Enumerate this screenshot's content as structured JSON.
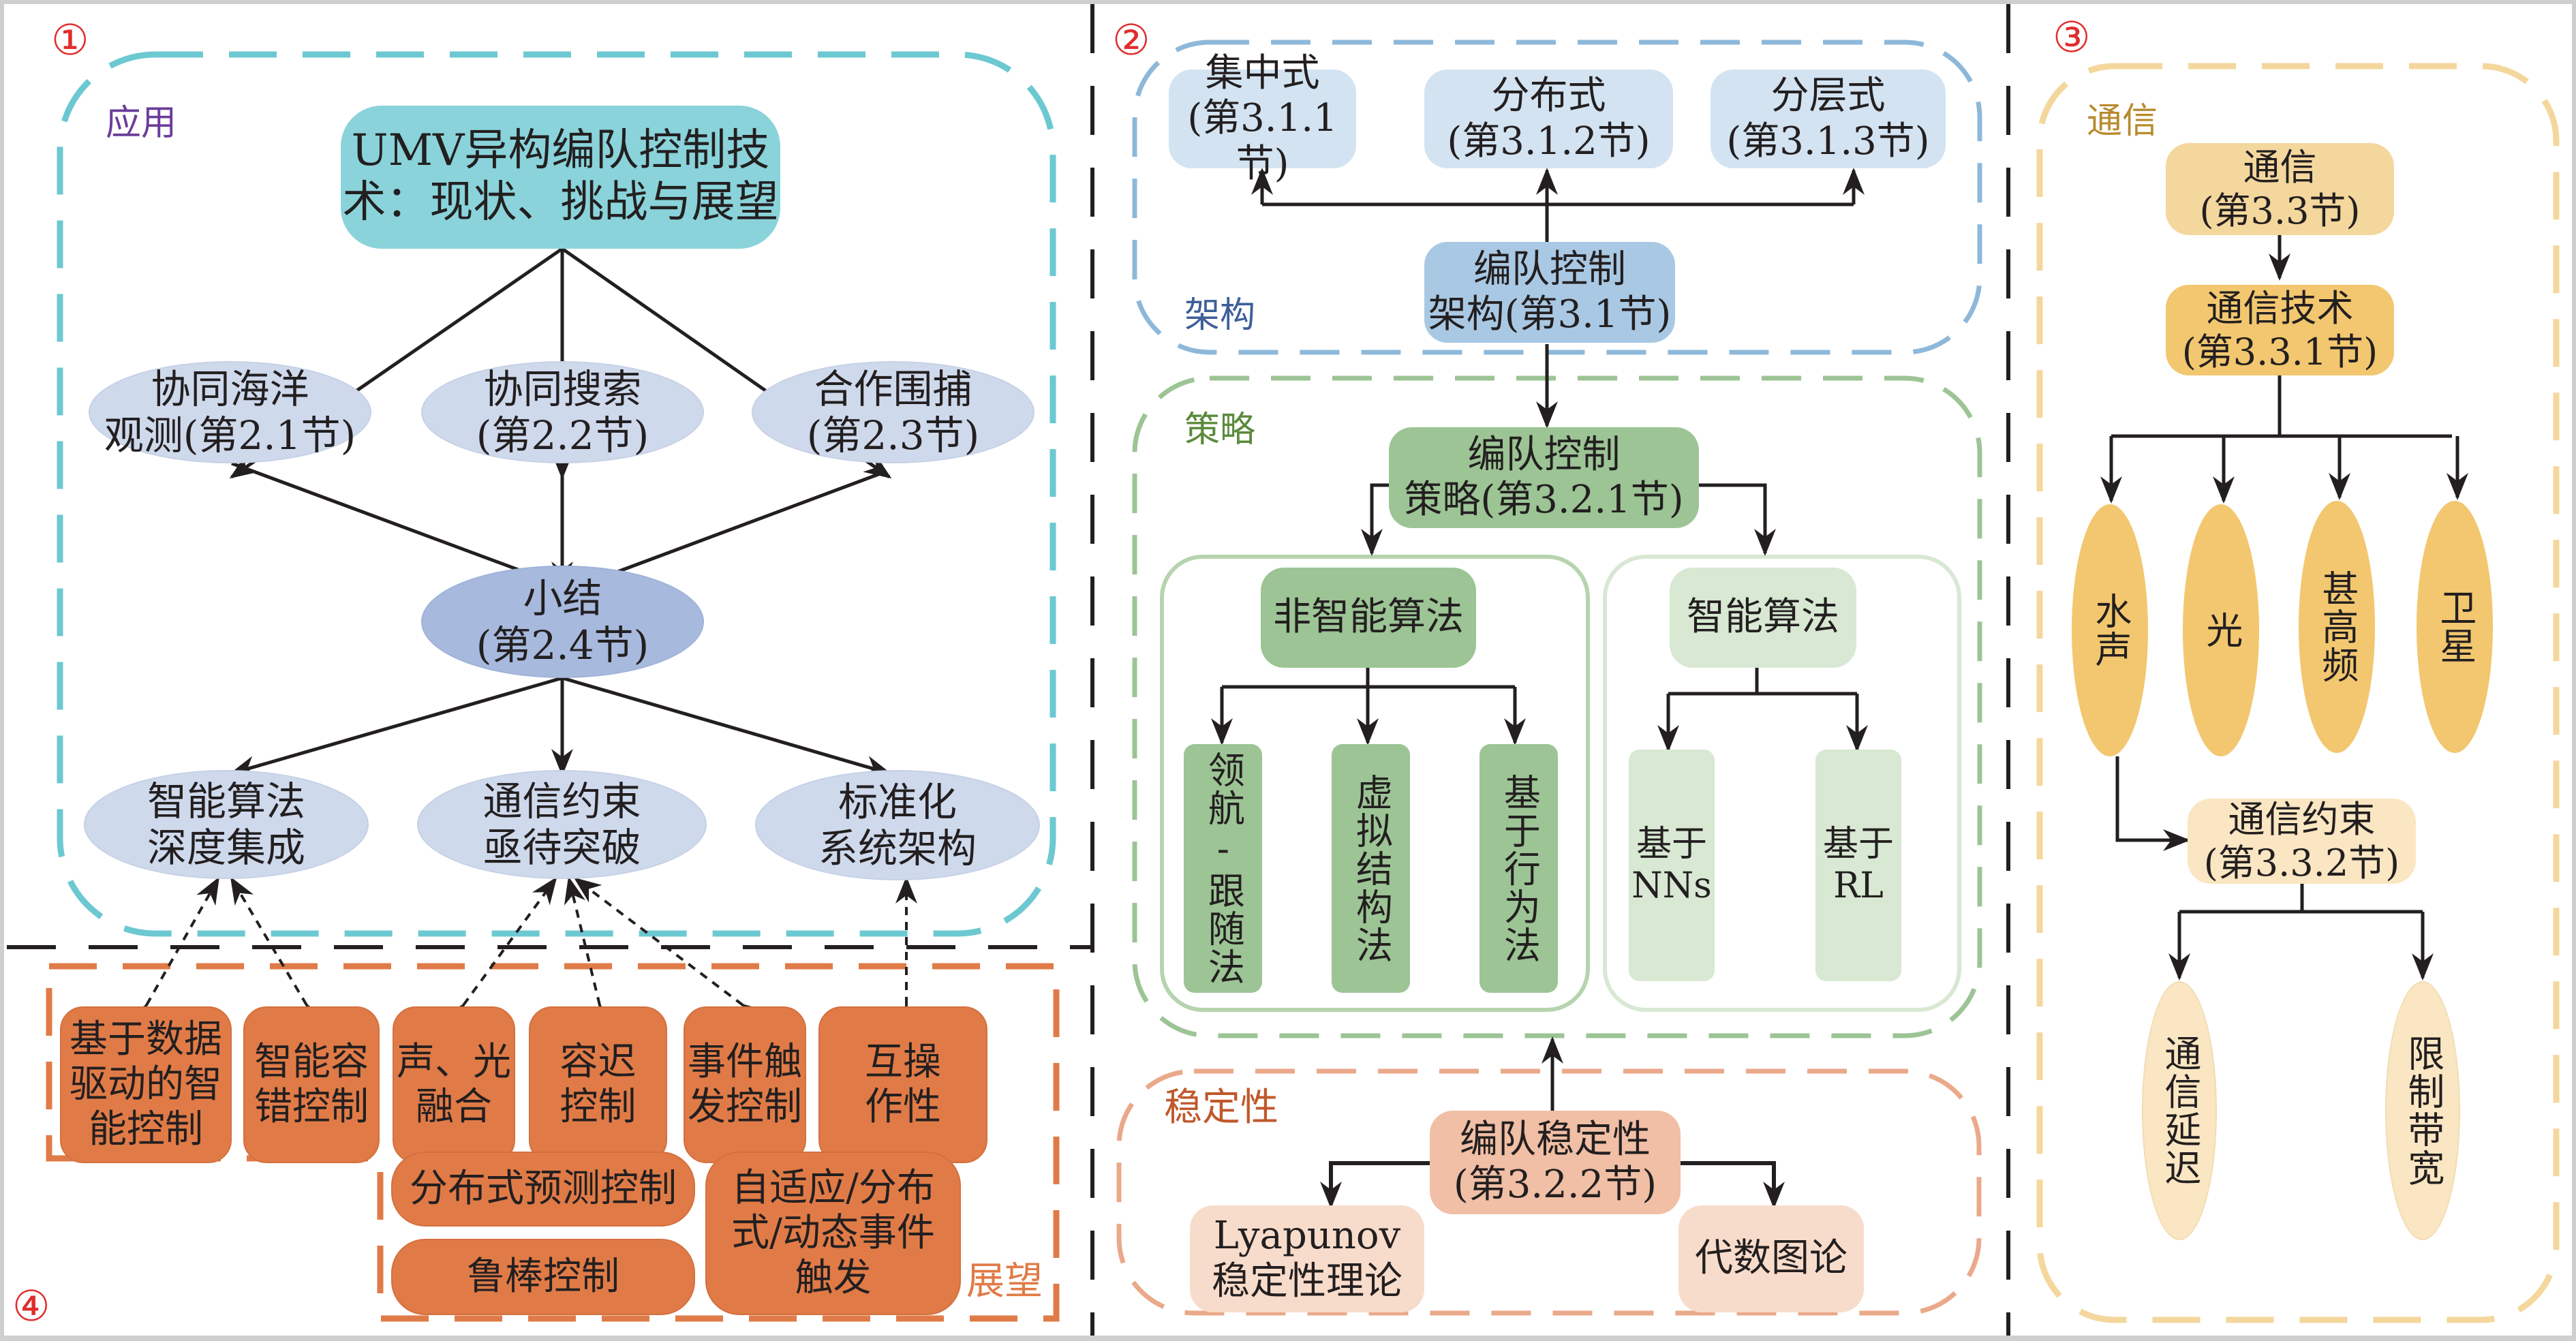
{
  "panel_numbers": [
    "①",
    "②",
    "③",
    "④"
  ],
  "panel1": {
    "region_label": "应用",
    "root": "UMV异构编队控制技\n术：现状、挑战与展望",
    "applications": [
      {
        "title": "协同海洋\n观测(第2.1节)"
      },
      {
        "title": "协同搜索\n(第2.2节)"
      },
      {
        "title": "合作围捕\n(第2.3节)"
      }
    ],
    "summary": "小结\n(第2.4节)",
    "challenges": [
      {
        "title": "智能算法\n深度集成"
      },
      {
        "title": "通信约束\n亟待突破"
      },
      {
        "title": "标准化\n系统架构"
      }
    ]
  },
  "panel4": {
    "region_label": "展望",
    "items": [
      "基于数据\n驱动的智\n能控制",
      "智能容\n错控制",
      "声、光\n融合",
      "容迟\n控制",
      "事件触\n发控制",
      "互操\n作性",
      "分布式预测控制",
      "鲁棒控制",
      "自适应/分布\n式/动态事件\n触发"
    ]
  },
  "panel2": {
    "architecture": {
      "region_label": "架构",
      "main": "编队控制\n架构(第3.1节)",
      "types": [
        "集中式\n(第3.1.1节)",
        "分布式\n(第3.1.2节)",
        "分层式\n(第3.1.3节)"
      ]
    },
    "strategy": {
      "region_label": "策略",
      "main": "编队控制\n策略(第3.2.1节)",
      "non_intelligent": {
        "title": "非智能算法",
        "methods": [
          "领航-跟随法",
          "虚拟结构法",
          "基于行为法"
        ]
      },
      "intelligent": {
        "title": "智能算法",
        "methods": [
          "基于\nNNs",
          "基于\nRL"
        ]
      }
    },
    "stability": {
      "region_label": "稳定性",
      "main": "编队稳定性\n(第3.2.2节)",
      "methods": [
        "Lyapunov\n稳定性理论",
        "代数图论"
      ]
    }
  },
  "panel3": {
    "region_label": "通信",
    "main": "通信\n(第3.3节)",
    "technology": "通信技术\n(第3.3.1节)",
    "tech_types": [
      "水声",
      "光",
      "甚高频",
      "卫星"
    ],
    "constraint": "通信约束\n(第3.3.2节)",
    "constraint_types": [
      "通信延迟",
      "限制带宽"
    ]
  },
  "colors": {
    "app_border": "#6cc8d1",
    "outlook_border": "#e07b47",
    "arch_border": "#8db8da",
    "strategy_border": "#9cc495",
    "stability_border": "#eaa98a",
    "comm_border": "#f4d79d",
    "panel_number": "#e02d2d",
    "app_label": "#6a3d9a",
    "arch_label": "#3d5f9a",
    "strategy_label": "#5b8a3c",
    "stability_label": "#c0582b",
    "comm_label": "#b88a2e"
  }
}
